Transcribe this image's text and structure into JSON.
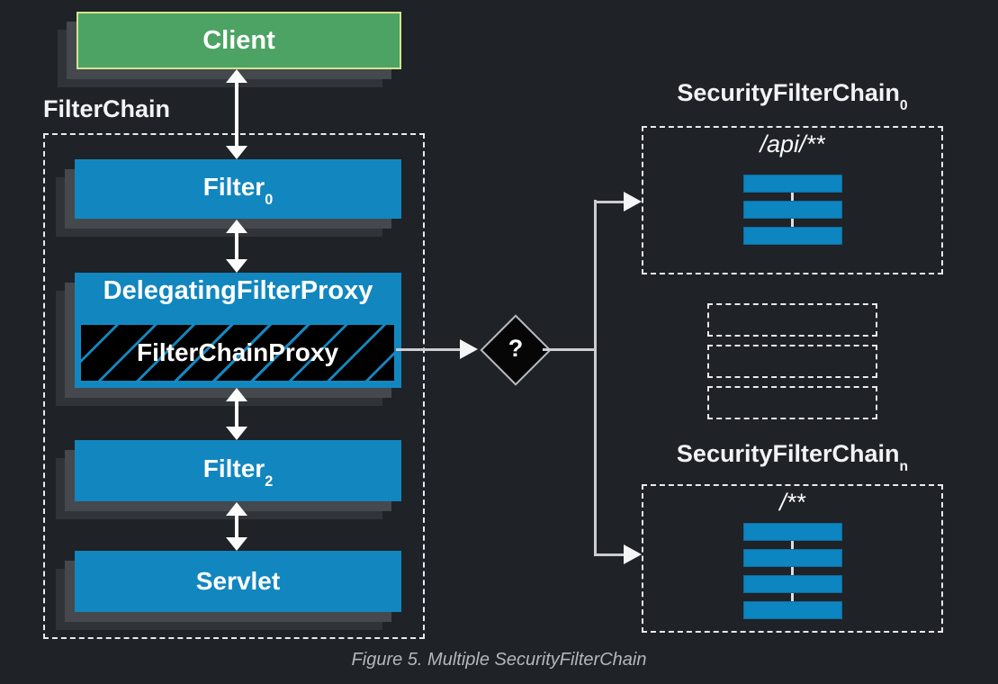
{
  "client": {
    "label": "Client"
  },
  "filter_chain": {
    "title": "FilterChain",
    "filter0": {
      "label": "Filter",
      "sub": "0"
    },
    "delegating_proxy": {
      "label": "DelegatingFilterProxy"
    },
    "filter_chain_proxy": {
      "label": "FilterChainProxy"
    },
    "filter2": {
      "label": "Filter",
      "sub": "2"
    },
    "servlet": {
      "label": "Servlet"
    }
  },
  "decision": {
    "label": "?"
  },
  "security_chains": [
    {
      "title": "SecurityFilterChain",
      "sub": "0",
      "pattern": "/api/**",
      "filter_count": 3
    },
    {
      "title": "SecurityFilterChain",
      "sub": "n",
      "pattern": "/**",
      "filter_count": 4
    }
  ],
  "ellipsis_filter_boxes": 3,
  "caption": "Figure 5. Multiple SecurityFilterChain",
  "colors": {
    "background": "#1f2227",
    "node_blue": "#1286bf",
    "client_green": "#4ca364",
    "client_border": "#d6e28f",
    "hatch_blue": "#1687c0",
    "line": "#cbcdd0",
    "text": "#ffffff"
  }
}
